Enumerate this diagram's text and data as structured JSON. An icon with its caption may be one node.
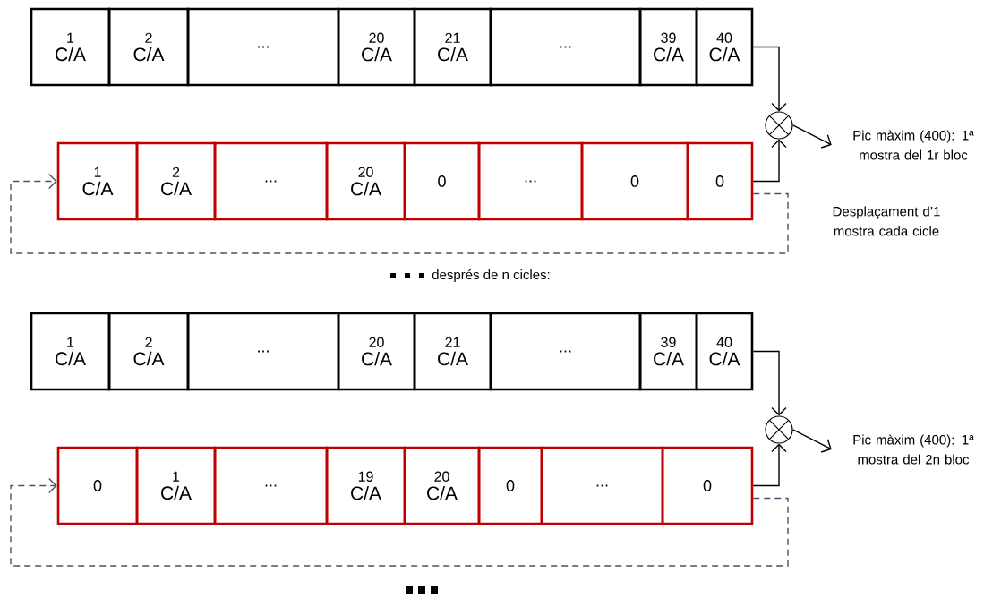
{
  "diagram": {
    "nodes": [
      {
        "text": [
          "1",
          "C/A"
        ]
      },
      {
        "text": [
          "2",
          "C/A"
        ]
      },
      {
        "text": [
          "..."
        ]
      },
      {
        "text": [
          "20",
          "C/A"
        ]
      },
      {
        "text": [
          "21",
          "C/A"
        ]
      },
      {
        "text": [
          "..."
        ]
      },
      {
        "text": [
          "39",
          "C/A"
        ]
      },
      {
        "text": [
          "40",
          "C/A"
        ]
      },
      {
        "text": [
          "1",
          "C/A"
        ]
      },
      {
        "text": [
          "2",
          "C/A"
        ]
      },
      {
        "text": [
          "..."
        ]
      },
      {
        "text": [
          "20",
          "C/A"
        ]
      },
      {
        "text": [
          "0"
        ]
      },
      {
        "text": [
          "..."
        ]
      },
      {
        "text": [
          "0"
        ]
      },
      {
        "text": [
          "0"
        ]
      },
      {
        "text": [],
        "shape": "circle"
      },
      {
        "text": [
          "Pic màxim (400): 1ª mostra del 1r bloc"
        ]
      },
      {
        "text": [
          "1",
          "C/A"
        ]
      },
      {
        "text": [
          "2",
          "C/A"
        ]
      },
      {
        "text": [
          "..."
        ]
      },
      {
        "text": [
          "20",
          "C/A"
        ]
      },
      {
        "text": [
          "21",
          "C/A"
        ]
      },
      {
        "text": [
          "..."
        ]
      },
      {
        "text": [
          "39",
          "C/A"
        ]
      },
      {
        "text": [
          "40",
          "C/A"
        ]
      },
      {
        "text": [
          "0"
        ]
      },
      {
        "text": [
          "1",
          "C/A"
        ]
      },
      {
        "text": [
          "..."
        ]
      },
      {
        "text": [
          "19",
          "C/A"
        ]
      },
      {
        "text": [
          "20",
          "C/A"
        ]
      },
      {
        "text": [
          "0"
        ]
      },
      {
        "text": [
          "..."
        ]
      },
      {
        "text": [
          "0"
        ]
      },
      {
        "text": [],
        "shape": "circle"
      },
      {
        "text": [
          "Pic màxim (400): 1ª mostra del 2n bloc"
        ]
      }
    ],
    "edges": [
      {
        "from": 7,
        "to": 16,
        "arrow": "to"
      },
      {
        "from": 15,
        "to": 16,
        "arrow": "to"
      },
      {
        "from": 16,
        "to": 17,
        "arrow": "to"
      },
      {
        "from": 15,
        "to": 8,
        "arrow": "to",
        "style": "dashed",
        "color": "#44546a",
        "label": "Desplaçament d’1 mostra cada cicle"
      },
      {
        "from": 25,
        "to": 34,
        "arrow": "to"
      },
      {
        "from": 33,
        "to": 34,
        "arrow": "to"
      },
      {
        "from": 34,
        "to": 35,
        "arrow": "to"
      },
      {
        "from": 33,
        "to": 26,
        "arrow": "to",
        "style": "dashed",
        "color": "#44546a"
      }
    ],
    "labels": [
      "després de n cicles:"
    ]
  }
}
